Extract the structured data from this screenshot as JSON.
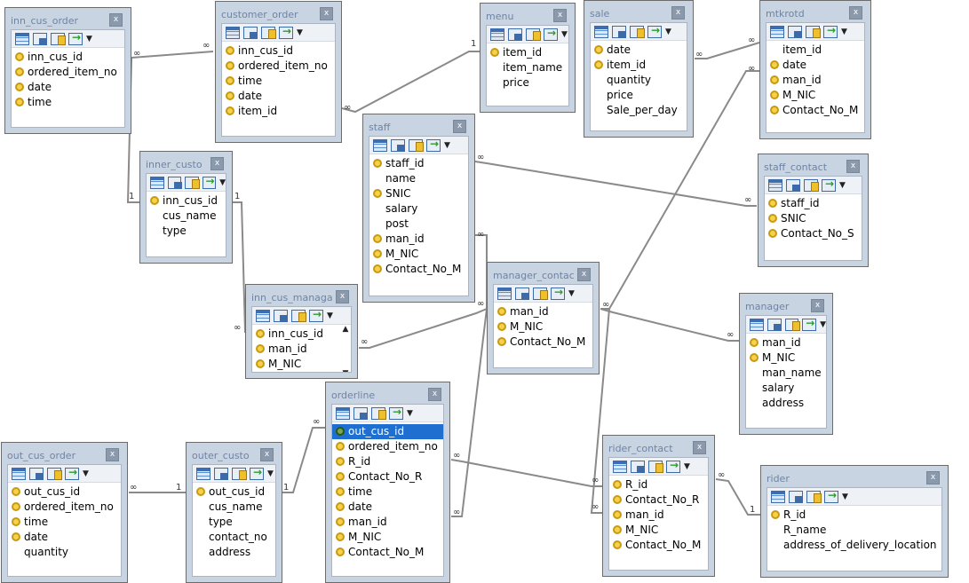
{
  "tables": [
    {
      "name": "inn_cus_order",
      "columns": [
        [
          "inn_cus_id",
          true
        ],
        [
          "ordered_item_no",
          true
        ],
        [
          "date",
          true
        ],
        [
          "time",
          true
        ]
      ]
    },
    {
      "name": "customer_order",
      "columns": [
        [
          "inn_cus_id",
          true
        ],
        [
          "ordered_item_no",
          true
        ],
        [
          "time",
          true
        ],
        [
          "date",
          true
        ],
        [
          "item_id",
          true
        ]
      ]
    },
    {
      "name": "menu",
      "columns": [
        [
          "item_id",
          true
        ],
        [
          "item_name",
          false
        ],
        [
          "price",
          false
        ]
      ]
    },
    {
      "name": "sale",
      "columns": [
        [
          "date",
          true
        ],
        [
          "item_id",
          true
        ],
        [
          "quantity",
          false
        ],
        [
          "price",
          false
        ],
        [
          "Sale_per_day",
          false
        ]
      ]
    },
    {
      "name": "mtkrotd",
      "columns": [
        [
          "item_id",
          false
        ],
        [
          "date",
          true
        ],
        [
          "man_id",
          true
        ],
        [
          "M_NIC",
          true
        ],
        [
          "Contact_No_M",
          true
        ]
      ]
    },
    {
      "name": "inner_custo",
      "columns": [
        [
          "inn_cus_id",
          true
        ],
        [
          "cus_name",
          false
        ],
        [
          "type",
          false
        ]
      ]
    },
    {
      "name": "staff",
      "columns": [
        [
          "staff_id",
          true
        ],
        [
          "name",
          false
        ],
        [
          "SNIC",
          true
        ],
        [
          "salary",
          false
        ],
        [
          "post",
          false
        ],
        [
          "man_id",
          true
        ],
        [
          "M_NIC",
          true
        ],
        [
          "Contact_No_M",
          true
        ]
      ]
    },
    {
      "name": "staff_contact",
      "columns": [
        [
          "staff_id",
          true
        ],
        [
          "SNIC",
          true
        ],
        [
          "Contact_No_S",
          true
        ]
      ]
    },
    {
      "name": "inn_cus_managar",
      "columns": [
        [
          "inn_cus_id",
          true
        ],
        [
          "man_id",
          true
        ],
        [
          "M_NIC",
          true
        ]
      ]
    },
    {
      "name": "manager_contact",
      "columns": [
        [
          "man_id",
          true
        ],
        [
          "M_NIC",
          true
        ],
        [
          "Contact_No_M",
          true
        ]
      ]
    },
    {
      "name": "manager",
      "columns": [
        [
          "man_id",
          true
        ],
        [
          "M_NIC",
          true
        ],
        [
          "man_name",
          false
        ],
        [
          "salary",
          false
        ],
        [
          "address",
          false
        ]
      ]
    },
    {
      "name": "orderline",
      "columns": [
        [
          "out_cus_id",
          true
        ],
        [
          "ordered_item_no",
          true
        ],
        [
          "R_id",
          true
        ],
        [
          "Contact_No_R",
          true
        ],
        [
          "time",
          true
        ],
        [
          "date",
          true
        ],
        [
          "man_id",
          true
        ],
        [
          "M_NIC",
          true
        ],
        [
          "Contact_No_M",
          true
        ]
      ]
    },
    {
      "name": "out_cus_order",
      "columns": [
        [
          "out_cus_id",
          true
        ],
        [
          "ordered_item_no",
          true
        ],
        [
          "time",
          true
        ],
        [
          "date",
          true
        ],
        [
          "quantity",
          false
        ]
      ]
    },
    {
      "name": "outer_custo",
      "columns": [
        [
          "out_cus_id",
          true
        ],
        [
          "cus_name",
          false
        ],
        [
          "type",
          false
        ],
        [
          "contact_no",
          false
        ],
        [
          "address",
          false
        ]
      ]
    },
    {
      "name": "rider_contact",
      "columns": [
        [
          "R_id",
          true
        ],
        [
          "Contact_No_R",
          true
        ],
        [
          "man_id",
          true
        ],
        [
          "M_NIC",
          true
        ],
        [
          "Contact_No_M",
          true
        ]
      ]
    },
    {
      "name": "rider",
      "columns": [
        [
          "R_id",
          true
        ],
        [
          "R_name",
          false
        ],
        [
          "address_of_delivery_location",
          false
        ]
      ]
    }
  ],
  "selected_column": "out_cus_id",
  "close_label": "x",
  "scroll_up": "▲",
  "scroll_down": "▼",
  "infinity": "∞",
  "one": "1",
  "relation_labels": {
    "many": "∞",
    "one": "1"
  }
}
